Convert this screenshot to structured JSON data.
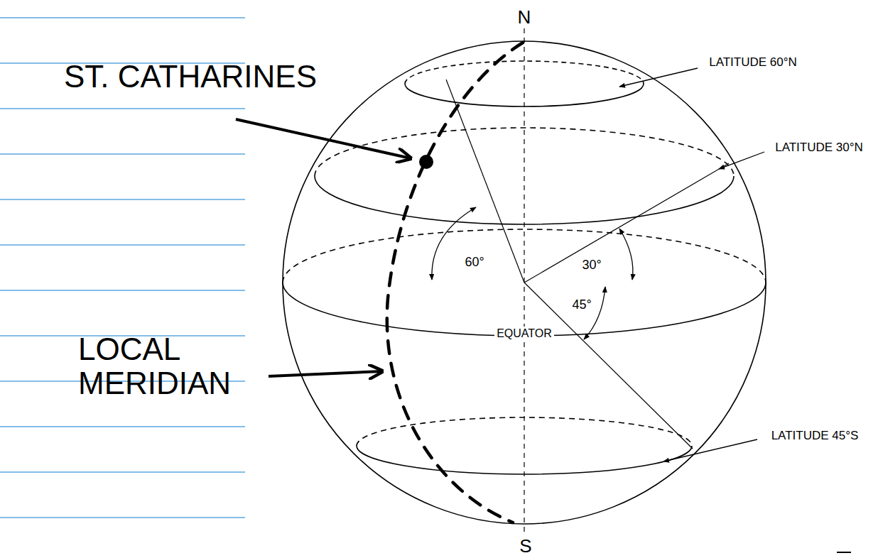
{
  "diagram": {
    "labels": [
      "N",
      "ST. CATHARINES",
      "LATITUDE 60°N",
      "LATITUDE 30°N",
      "60°",
      "30°",
      "45°",
      "EQUATOR",
      "LOCAL MERIDIAN",
      "LATITUDE 45°S",
      "S"
    ]
  }
}
